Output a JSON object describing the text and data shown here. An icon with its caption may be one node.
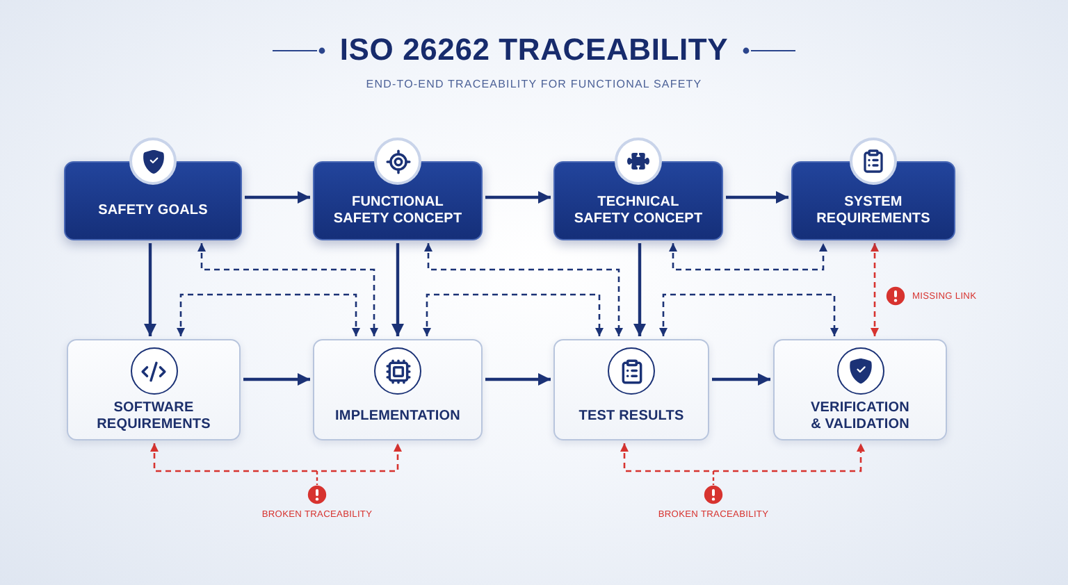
{
  "diagram": {
    "title": "ISO 26262 TRACEABILITY",
    "nodes": [
      {
        "text": [
          "SAFETY GOALS"
        ]
      },
      {
        "text": [
          "FUNCTIONAL SAFETY CONCEPT"
        ]
      },
      {
        "text": [
          "TECHNICAL SAFETY CONCEPT"
        ]
      },
      {
        "text": [
          "SYSTEM REQUIREMENTS"
        ]
      },
      {
        "text": [
          "SOFTWARE REQUIREMENTS"
        ]
      },
      {
        "text": [
          "IMPLEMENTATION"
        ]
      },
      {
        "text": [
          "TEST RESULTS"
        ]
      },
      {
        "text": [
          "VERIFICATION & VALIDATION"
        ]
      }
    ],
    "edges": [
      {
        "from": 0,
        "to": 1,
        "arrow": "to"
      },
      {
        "from": 1,
        "to": 2,
        "arrow": "to"
      },
      {
        "from": 2,
        "to": 3,
        "arrow": "to"
      },
      {
        "from": 0,
        "to": 4,
        "arrow": "to"
      },
      {
        "from": 1,
        "to": 5,
        "arrow": "to"
      },
      {
        "from": 2,
        "to": 6,
        "arrow": "to"
      },
      {
        "from": 4,
        "to": 5,
        "arrow": "to"
      },
      {
        "from": 5,
        "to": 6,
        "arrow": "to"
      },
      {
        "from": 6,
        "to": 7,
        "arrow": "to"
      },
      {
        "from": 0,
        "to": 5,
        "arrow": "both",
        "style": "dashed"
      },
      {
        "from": 4,
        "to": 5,
        "arrow": "both",
        "style": "dashed"
      },
      {
        "from": 1,
        "to": 6,
        "arrow": "both",
        "style": "dashed"
      },
      {
        "from": 5,
        "to": 6,
        "arrow": "both",
        "style": "dashed"
      },
      {
        "from": 2,
        "to": 3,
        "arrow": "both",
        "style": "dashed"
      },
      {
        "from": 6,
        "to": 7,
        "arrow": "both",
        "style": "dashed"
      },
      {
        "from": 3,
        "to": 7,
        "arrow": "both",
        "style": "dashed",
        "color": "#d7332f",
        "label": "MISSING LINK"
      },
      {
        "from": 4,
        "to": 5,
        "arrow": "both",
        "style": "dashed",
        "color": "#d7332f",
        "label": "BROKEN TRACEABILITY"
      },
      {
        "from": 6,
        "to": 7,
        "arrow": "both",
        "style": "dashed",
        "color": "#d7332f",
        "label": "BROKEN TRACEABILITY"
      }
    ],
    "labels": [
      "END-TO-END TRACEABILITY FOR FUNCTIONAL SAFETY"
    ]
  }
}
